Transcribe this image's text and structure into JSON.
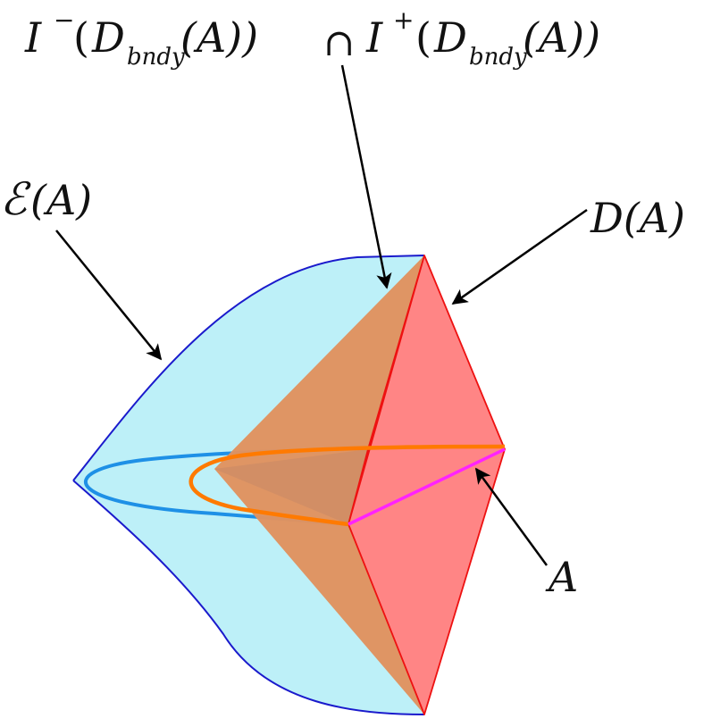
{
  "labels": {
    "intersection": {
      "I1": "I",
      "sup_minus": "−",
      "open1": "(",
      "D1": "D",
      "sub1": "bndy",
      "arg1": "(A))",
      "cap": "∩",
      "I2": "I",
      "sup_plus": "+",
      "open2": "(",
      "D2": "D",
      "sub2": "bndy",
      "arg2": "(A))"
    },
    "entanglement_wedge": {
      "E": "ℰ",
      "arg": "(A)"
    },
    "causal_domain": "D(A)",
    "region": "A"
  },
  "colors": {
    "wedge_fill": "#bdf0f8",
    "wedge_edge": "#1a1acc",
    "inner_ellipse": "#1e90e6",
    "orange_region": "#e0925f",
    "red_diamond": "#ff8585",
    "red_edge": "#ee1111",
    "orange_curve": "#ff7a00",
    "region_line": "#ff22ff",
    "arrows": "#000000"
  }
}
